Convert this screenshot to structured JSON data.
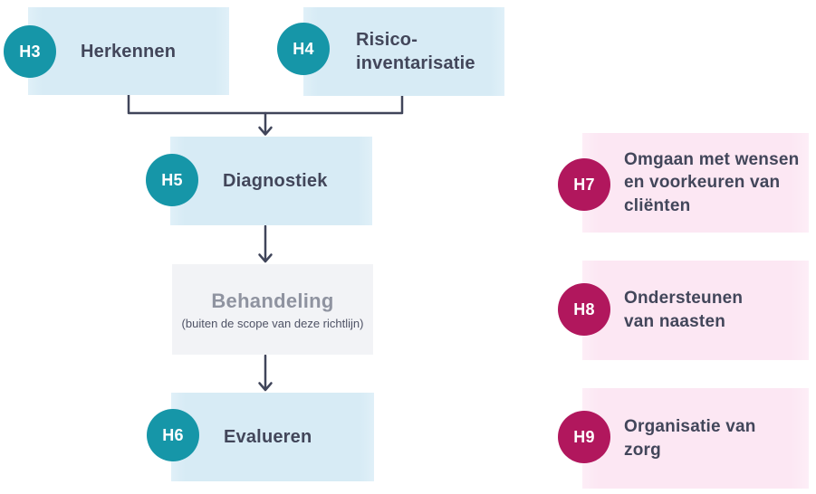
{
  "flowchart": {
    "h3": {
      "badge": "H3",
      "label": "Herkennen"
    },
    "h4": {
      "badge": "H4",
      "label": "Risico-\ninventarisatie"
    },
    "h5": {
      "badge": "H5",
      "label": "Diagnostiek"
    },
    "behandeling": {
      "label": "Behandeling",
      "note": "(buiten de scope van deze richtlijn)"
    },
    "h6": {
      "badge": "H6",
      "label": "Evalueren"
    }
  },
  "themes": {
    "h7": {
      "badge": "H7",
      "label": "Omgaan met wensen\nen voorkeuren van\ncliënten"
    },
    "h8": {
      "badge": "H8",
      "label": "Ondersteunen\nvan naasten"
    },
    "h9": {
      "badge": "H9",
      "label": "Organisatie van\nzorg"
    }
  },
  "colors": {
    "teal_badge": "#1696a8",
    "blue_box": "#d7ebf5",
    "magenta_badge": "#b1175d",
    "pink_box": "#fce7f3",
    "gray_box": "#f2f3f6",
    "text_dark": "#42465a",
    "text_muted_title": "#8f93a0",
    "connector": "#40455a"
  }
}
